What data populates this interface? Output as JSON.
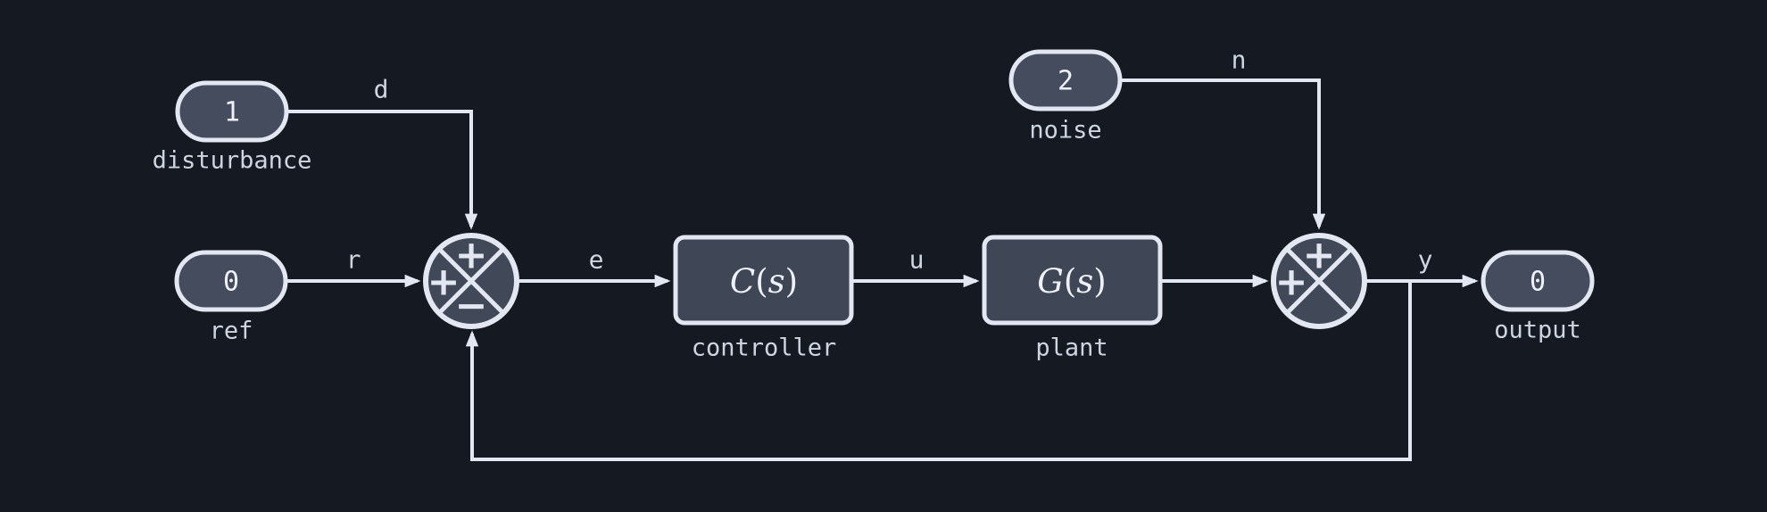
{
  "colors": {
    "background": "#151a22",
    "line": "#e3e7f2",
    "pill_fill": "#444c5d",
    "block_fill": "#3f4757",
    "junction_fill": "#414959",
    "label_text": "#ced4e0",
    "value_text": "#eef1f8"
  },
  "nodes": {
    "disturbance": {
      "value": "1",
      "label": "disturbance"
    },
    "ref": {
      "value": "0",
      "label": "ref"
    },
    "noise": {
      "value": "2",
      "label": "noise"
    },
    "output": {
      "value": "0",
      "label": "output"
    },
    "controller": {
      "label": "controller",
      "title_fn": "C",
      "title_open": "(",
      "title_arg": "s",
      "title_close": ")"
    },
    "plant": {
      "label": "plant",
      "title_fn": "G",
      "title_open": "(",
      "title_arg": "s",
      "title_close": ")"
    }
  },
  "signals": {
    "d": "d",
    "r": "r",
    "e": "e",
    "u": "u",
    "n": "n",
    "y": "y"
  },
  "junctions": {
    "sum1": {
      "top": "+",
      "left": "+",
      "bottom": "−"
    },
    "sum2": {
      "top": "+",
      "left": "+"
    }
  }
}
